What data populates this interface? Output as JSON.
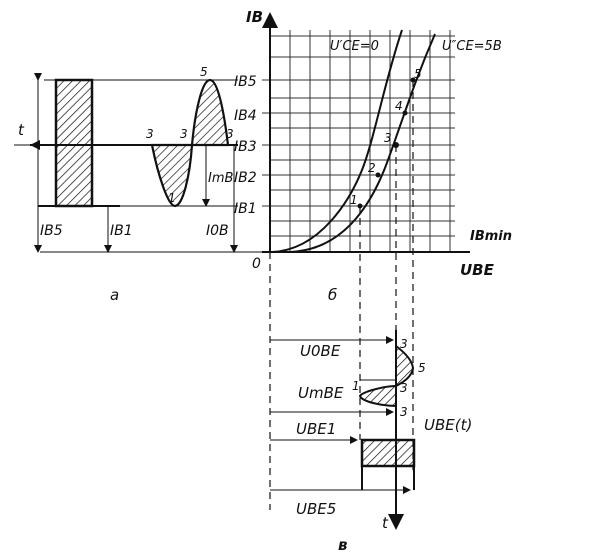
{
  "axes": {
    "ib": "IB",
    "ube": "UBE",
    "origin": "0"
  },
  "curve_labels": {
    "uce0": "U′CE=0",
    "uce5": "U″CE=5B"
  },
  "ib_levels": [
    "IB5",
    "IB4",
    "IB3",
    "IB2",
    "IB1"
  ],
  "ib_min": "IBmin",
  "left_labels": {
    "t": "t",
    "ib5": "IB5",
    "ib1": "IB1",
    "i0b": "I0B",
    "imb": "ImB"
  },
  "points": [
    "1",
    "2",
    "3",
    "4",
    "5"
  ],
  "wave_marks": [
    "3",
    "3",
    "3",
    "5",
    "1"
  ],
  "panel_labels": {
    "a": "a",
    "b": "б",
    "c": "в"
  },
  "bottom_labels": {
    "u0be": "U0BE",
    "umbe": "UmBE",
    "ube1": "UBE1",
    "ube5": "UBE5",
    "ubet": "UBE(t)",
    "t": "t"
  },
  "bottom_marks": [
    "3",
    "5",
    "1",
    "3",
    "3"
  ]
}
